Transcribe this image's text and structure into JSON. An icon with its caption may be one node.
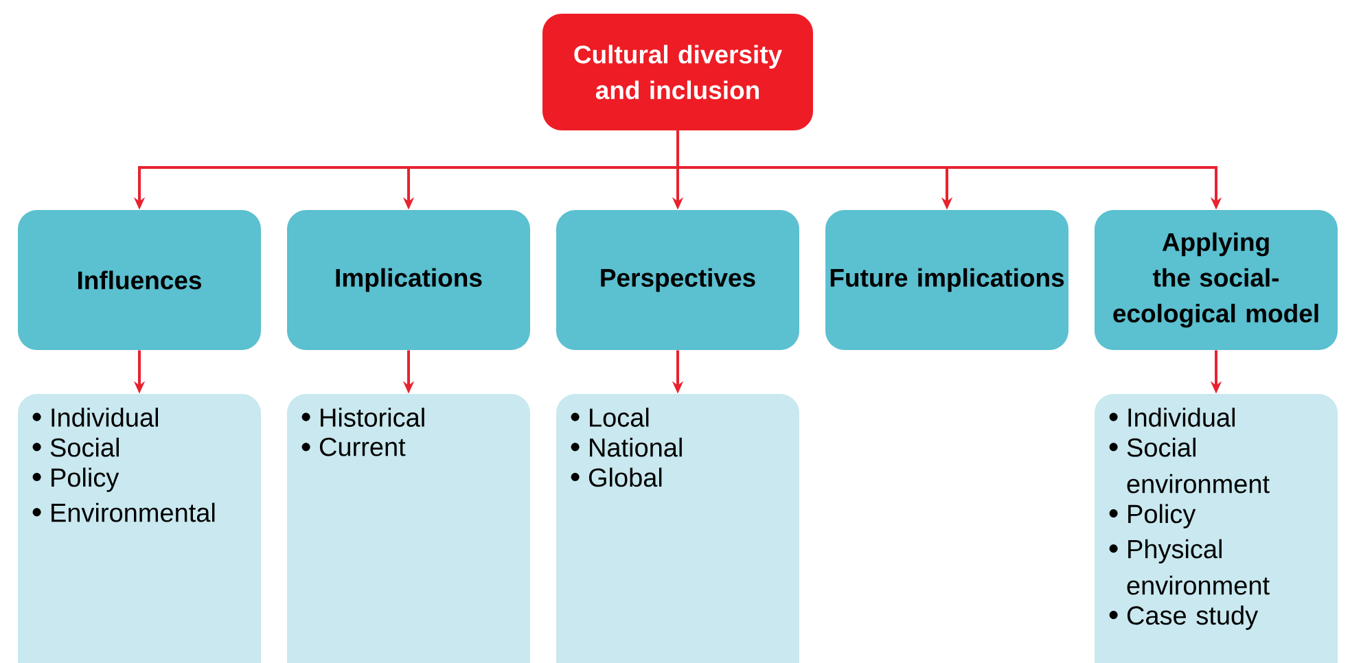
{
  "diagram": {
    "nodes": [
      {
        "text": [
          "Cultural diversity and inclusion"
        ]
      },
      {
        "text": [
          "Influences"
        ]
      },
      {
        "text": [
          "Implications"
        ]
      },
      {
        "text": [
          "Perspectives"
        ]
      },
      {
        "text": [
          "Future implications"
        ]
      },
      {
        "text": [
          "Applying the social-ecological model"
        ]
      },
      {
        "text": [
          "Individual",
          "Social",
          "Policy",
          "Environmental"
        ]
      },
      {
        "text": [
          "Historical",
          "Current"
        ]
      },
      {
        "text": [
          "Local",
          "National",
          "Global"
        ]
      },
      {
        "text": [
          "Individual",
          "Social environment",
          "Policy",
          "Physical environment",
          "Case study"
        ]
      }
    ],
    "edges": [
      {
        "from": 0,
        "to": 1,
        "arrow": "to"
      },
      {
        "from": 0,
        "to": 2,
        "arrow": "to"
      },
      {
        "from": 0,
        "to": 3,
        "arrow": "to"
      },
      {
        "from": 0,
        "to": 4,
        "arrow": "to"
      },
      {
        "from": 0,
        "to": 5,
        "arrow": "to"
      },
      {
        "from": 1,
        "to": 6,
        "arrow": "to"
      },
      {
        "from": 2,
        "to": 7,
        "arrow": "to"
      },
      {
        "from": 3,
        "to": 8,
        "arrow": "to"
      },
      {
        "from": 5,
        "to": 9,
        "arrow": "to"
      }
    ]
  }
}
